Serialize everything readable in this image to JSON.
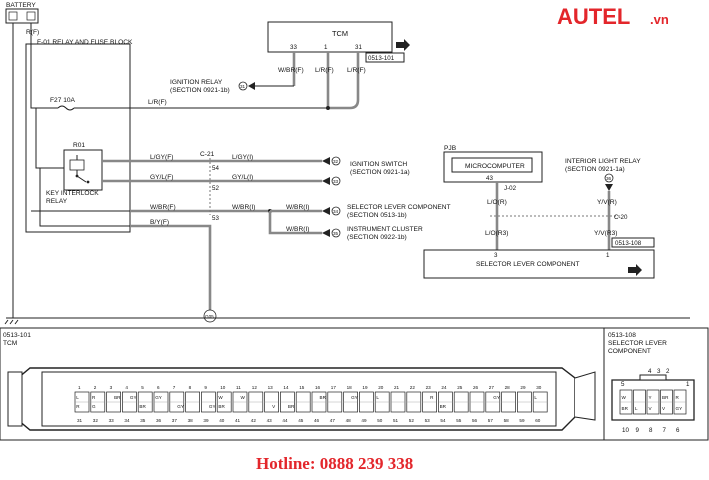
{
  "brand": {
    "logo_text": "AUTEL",
    "logo_suffix": ".vn",
    "color": "#e3262b"
  },
  "hotline": {
    "text": "Hotline: 0888 239 338",
    "color": "#e3262b"
  },
  "diagram": {
    "battery": "BATTERY",
    "r_f": "R(F)",
    "f01": "F-01 RELAY AND FUSE BLOCK",
    "f27": "F27 10A",
    "r01": "R01",
    "key_interlock": "KEY INTERLOCK",
    "relay": "RELAY",
    "tcm": "TCM",
    "tcm_pins": [
      "33",
      "1",
      "31"
    ],
    "tcm_ref": "0513-101",
    "tcm_wires": [
      "W/BR(F)",
      "L/R(F)",
      "L/R(F)"
    ],
    "ignition_relay_1": "IGNITION RELAY",
    "ignition_relay_2": "(SECTION 0921-1b)",
    "ignition_relay_num": "31",
    "lr_f": "L/R(F)",
    "c21": "C-21",
    "c21_pins": [
      "54",
      "52",
      "53"
    ],
    "wires_left": [
      "L/GY(F)",
      "GY/L(F)",
      "W/BR(F)",
      "B/Y(F)"
    ],
    "wires_right": [
      "L/GY(I)",
      "GY/L(I)",
      "W/BR(I)"
    ],
    "wbr_i": "W/BR(I)",
    "dest_nums": [
      "32",
      "33",
      "34",
      "35"
    ],
    "ign_switch_1": "IGNITION SWITCH",
    "ign_switch_2": "(SECTION 0921-1a)",
    "selector_comp_1": "SELECTOR LEVER COMPONENT",
    "selector_comp_2": "(SECTION 0513-1b)",
    "instrument_1": "INSTRUMENT CLUSTER",
    "instrument_2": "(SECTION 0922-1b)",
    "ground": "G05",
    "pjb": "PJB",
    "microcomputer": "MICROCOMPUTER",
    "pin43": "43",
    "j02": "J-02",
    "lo_r": "L/O(R)",
    "lo_r3": "L/O(R3)",
    "interior_1": "INTERIOR LIGHT RELAY",
    "interior_2": "(SECTION 0921-1a)",
    "interior_num": "36",
    "yv_r": "Y/V(R)",
    "yv_r3": "Y/V(R3)",
    "c20": "C-20",
    "slc_pin3": "3",
    "slc_pin1": "1",
    "slc_ref": "0513-108",
    "slc_label": "SELECTOR LEVER COMPONENT"
  },
  "connector_tcm": {
    "ref": "0513-101",
    "name": "TCM",
    "top_numbers": [
      "1",
      "2",
      "3",
      "4",
      "5",
      "6",
      "7",
      "8",
      "9",
      "10",
      "11",
      "12",
      "13",
      "14",
      "15",
      "16",
      "17",
      "18",
      "19",
      "20",
      "21",
      "22",
      "23",
      "24",
      "25",
      "26",
      "27",
      "28",
      "29",
      "30"
    ],
    "bottom_numbers": [
      "31",
      "32",
      "33",
      "34",
      "35",
      "36",
      "37",
      "38",
      "39",
      "40",
      "41",
      "42",
      "43",
      "44",
      "45",
      "46",
      "47",
      "48",
      "49",
      "50",
      "51",
      "52",
      "53",
      "54",
      "55",
      "56",
      "57",
      "58",
      "59",
      "60"
    ],
    "cell_codes": [
      [
        "L",
        "R",
        "",
        "",
        "",
        "GY",
        "",
        "",
        "",
        "W",
        "",
        "",
        "",
        "",
        "",
        "",
        "",
        "",
        "",
        "L",
        "",
        "",
        "",
        "",
        "",
        "",
        "",
        "",
        "",
        "L"
      ],
      [
        "",
        "",
        "BR",
        "GY",
        "",
        "",
        "",
        "",
        "",
        "",
        "W",
        "",
        "",
        "",
        "",
        "BR",
        "",
        "GY",
        "",
        "",
        "",
        "",
        "R",
        "",
        "",
        "",
        "GY",
        "",
        "",
        ""
      ],
      [
        "R",
        "G",
        "",
        "",
        "BR",
        "",
        "",
        "",
        "",
        "BR",
        "",
        "",
        "",
        "",
        "",
        "",
        "",
        "",
        "",
        "",
        "",
        "",
        "",
        "BR",
        "",
        "",
        "",
        "",
        "",
        ""
      ],
      [
        "",
        "",
        "",
        "",
        "",
        "",
        "GY",
        "",
        "GY",
        "",
        "",
        "",
        "V",
        "BR",
        "",
        "",
        "",
        "",
        "",
        "",
        "",
        "",
        "",
        "",
        "",
        "",
        "",
        "",
        "",
        ""
      ]
    ]
  },
  "connector_slc": {
    "ref": "0513-108",
    "name_1": "SELECTOR LEVER",
    "name_2": "COMPONENT",
    "top_numbers": [
      "4",
      "3",
      "2"
    ],
    "side_left": "5",
    "side_right": "1",
    "bottom_numbers": [
      "10",
      "9",
      "8",
      "7",
      "6"
    ],
    "cell_codes": [
      "W",
      "BR",
      "",
      "L",
      "Y",
      "V",
      "BR",
      "V",
      "R",
      "GY"
    ]
  }
}
